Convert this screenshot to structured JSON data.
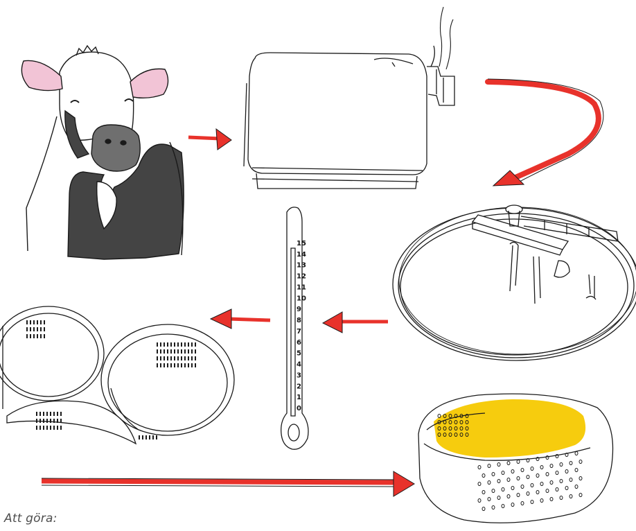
{
  "caption": "Att göra:",
  "thermometer": {
    "scale": [
      "15",
      "14",
      "13",
      "12",
      "11",
      "10",
      "9",
      "8",
      "7",
      "6",
      "5",
      "4",
      "3",
      "2",
      "1",
      "0"
    ]
  },
  "colors": {
    "arrow": "#e8322b",
    "cheese": "#f6cc0e",
    "cow_spots": "#444444",
    "cow_nose": "#6f6f6f",
    "cow_ears": "#f2c4d6",
    "stroke": "#1a1a1a"
  },
  "steps": [
    "cow",
    "milk-can",
    "cheese-vat",
    "thermometer",
    "cheese-molds",
    "finished-cheese"
  ]
}
